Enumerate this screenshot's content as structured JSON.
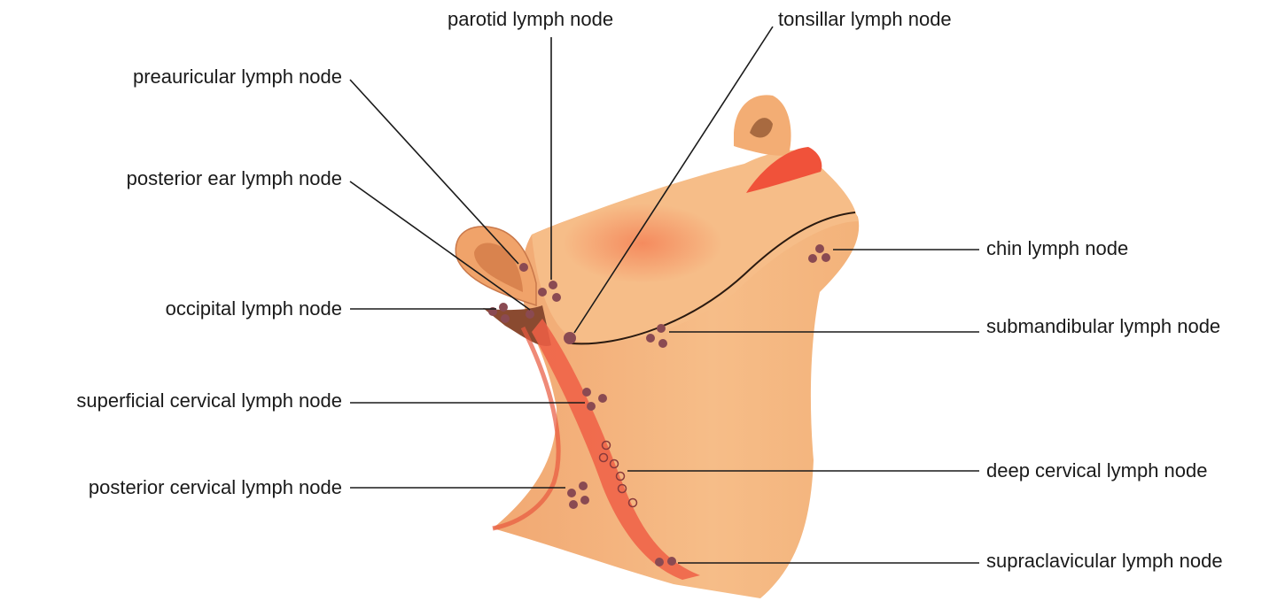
{
  "labels": {
    "parotid": "parotid lymph node",
    "tonsillar": "tonsillar lymph node",
    "preauricular": "preauricular lymph node",
    "posterior_ear": "posterior ear lymph node",
    "occipital": "occipital lymph node",
    "superficial_cervical": "superficial cervical lymph node",
    "posterior_cervical": "posterior cervical lymph node",
    "chin": "chin lymph node",
    "submandibular": "submandibular lymph node",
    "deep_cervical": "deep cervical lymph node",
    "supraclavicular": "supraclavicular lymph node"
  },
  "colors": {
    "skin": "#f3b27a",
    "skin_light": "#f8c795",
    "skin_shadow": "#e59a63",
    "muscle": "#ee5f45",
    "node": "#8a4a52",
    "lips": "#f0523a",
    "leader_line": "#1a1a1a"
  }
}
